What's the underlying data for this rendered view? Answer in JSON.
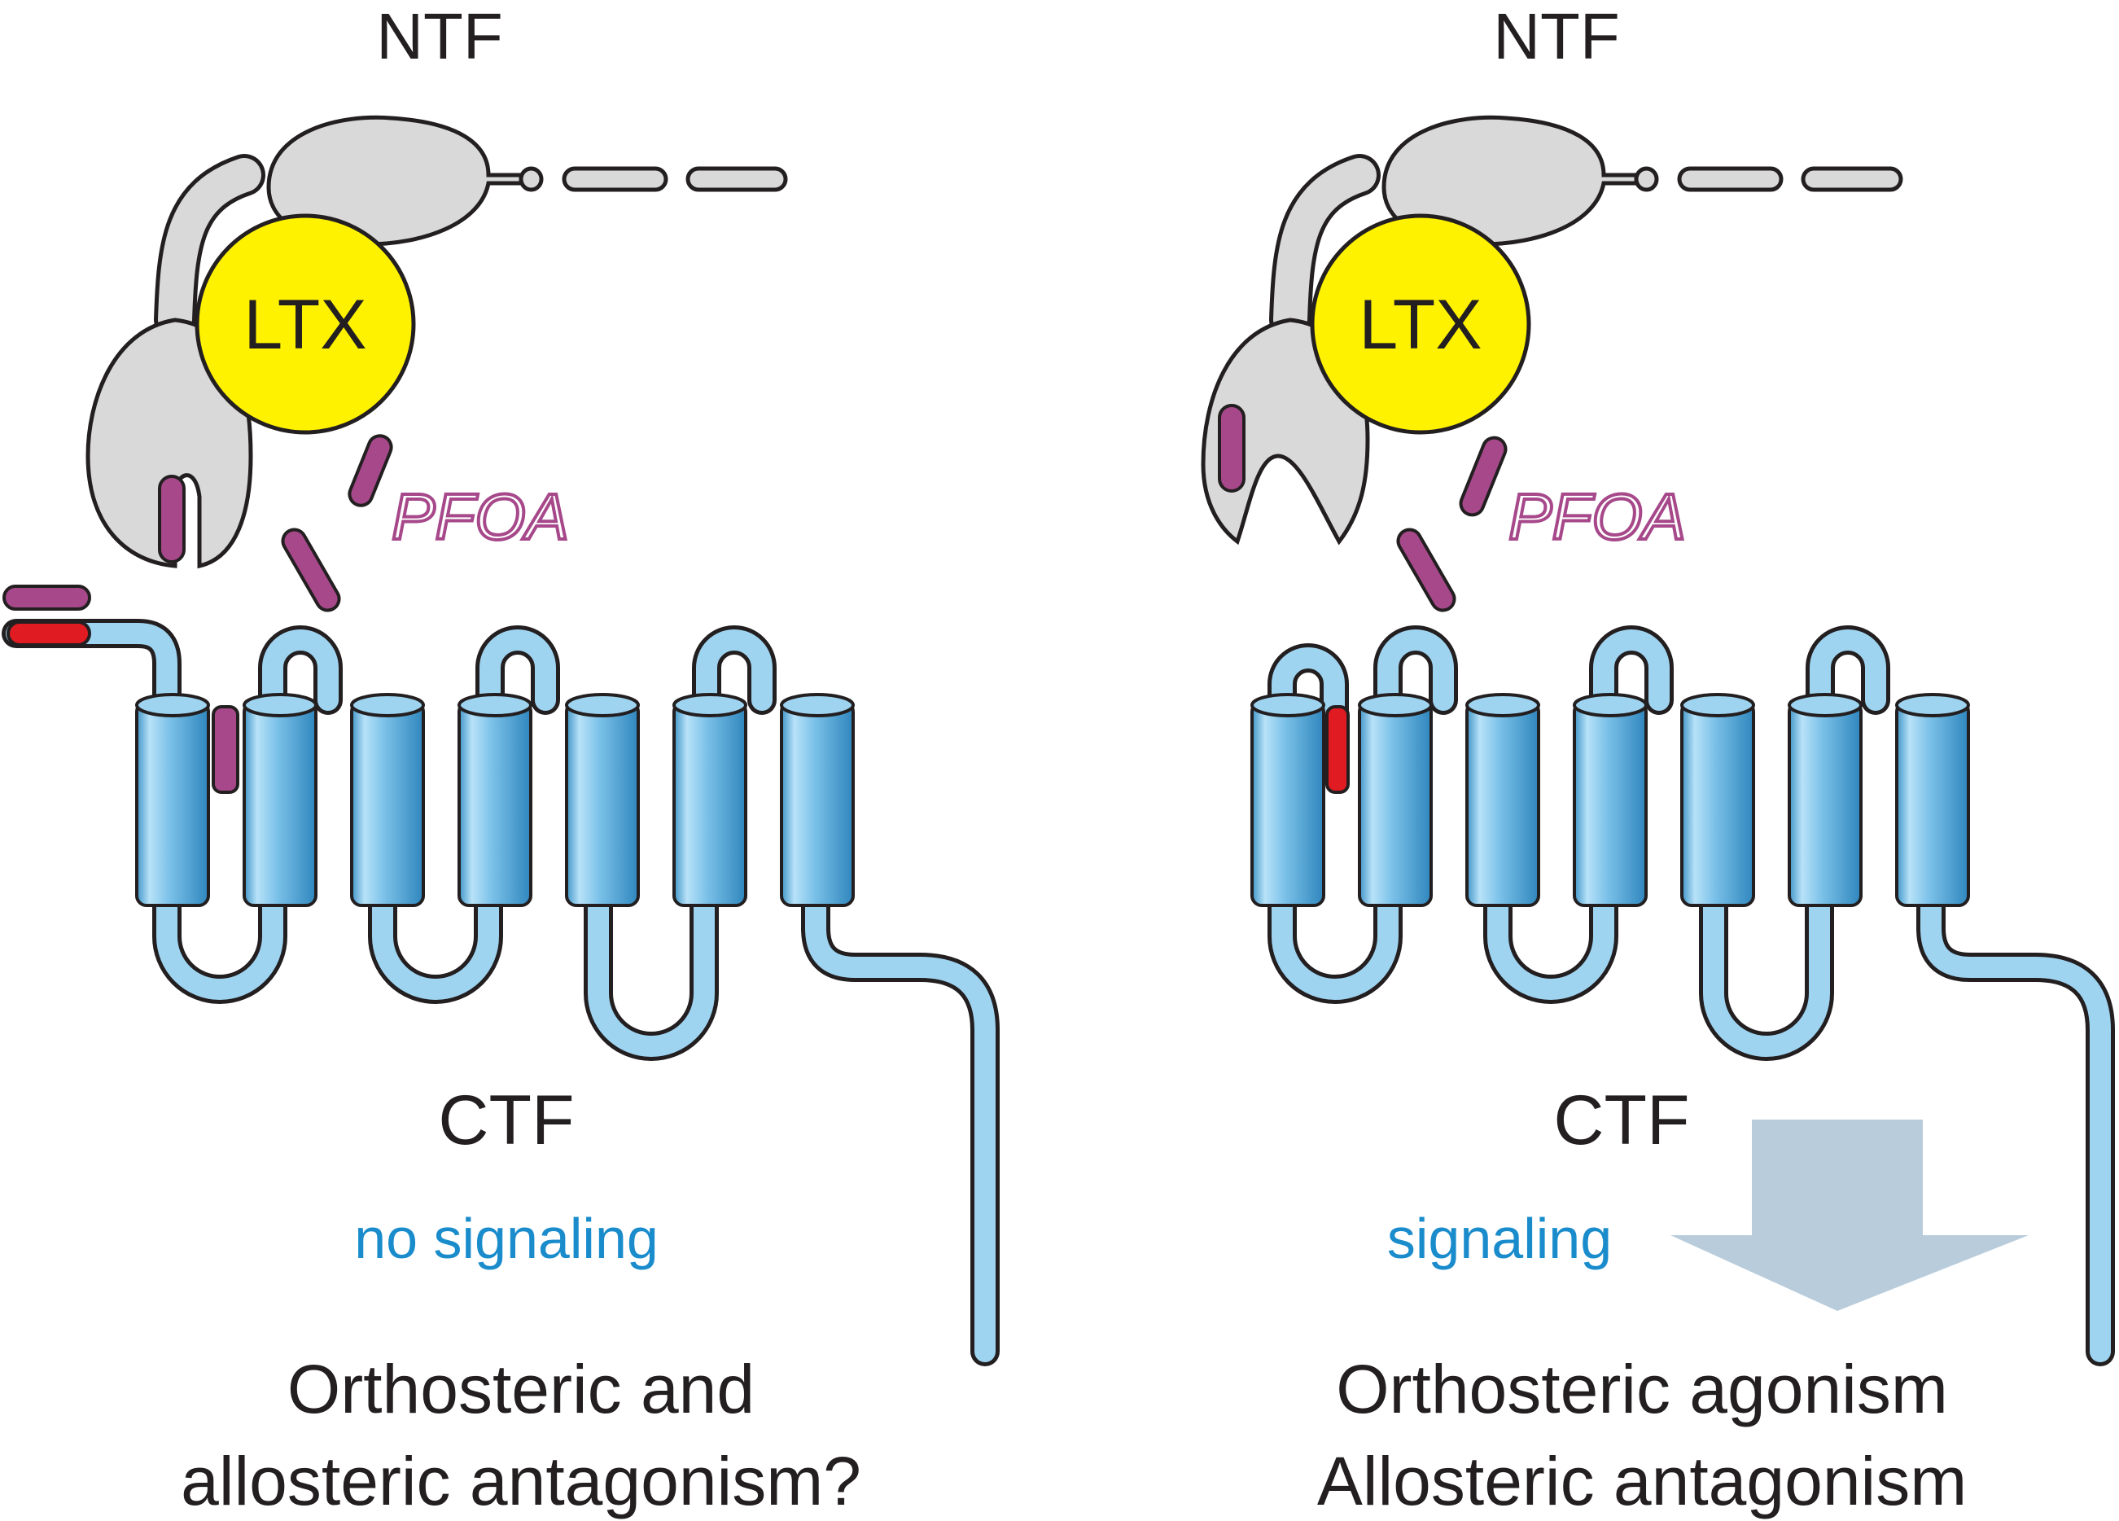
{
  "colors": {
    "receptor_fill": "#9fd4f1",
    "receptor_dark": "#3f95c8",
    "outline": "#231f20",
    "ntf_fill": "#d9d9d9",
    "ltx_fill": "#fff200",
    "pfoa": "#a6488a",
    "tethered_agonist": "#e01b22",
    "signaling_text": "#1a8ccc",
    "arrow": "#b8ccdb"
  },
  "panels": [
    {
      "ntf_label": "NTF",
      "ltx_label": "LTX",
      "pfoa_label": "PFOA",
      "ctf_label": "CTF",
      "signaling_label": "no signaling",
      "conclusion_line1": "Orthosteric and",
      "conclusion_line2": "allosteric antagonism?"
    },
    {
      "ntf_label": "NTF",
      "ltx_label": "LTX",
      "pfoa_label": "PFOA",
      "ctf_label": "CTF",
      "signaling_label": "signaling",
      "conclusion_line1": "Orthosteric agonism",
      "conclusion_line2": "Allosteric antagonism"
    }
  ]
}
